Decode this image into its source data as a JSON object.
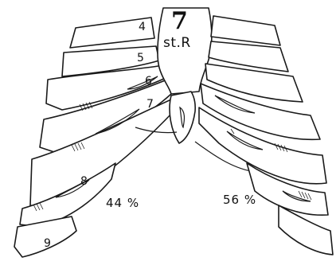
{
  "figure": {
    "number": "7",
    "subtitle": "st.R"
  },
  "rib_labels": [
    "4",
    "5",
    "6",
    "7",
    "8",
    "9"
  ],
  "percentages": {
    "left": "44 %",
    "right": "56 %"
  },
  "colors": {
    "ink": "#1a1a1a",
    "paper": "#ffffff"
  }
}
